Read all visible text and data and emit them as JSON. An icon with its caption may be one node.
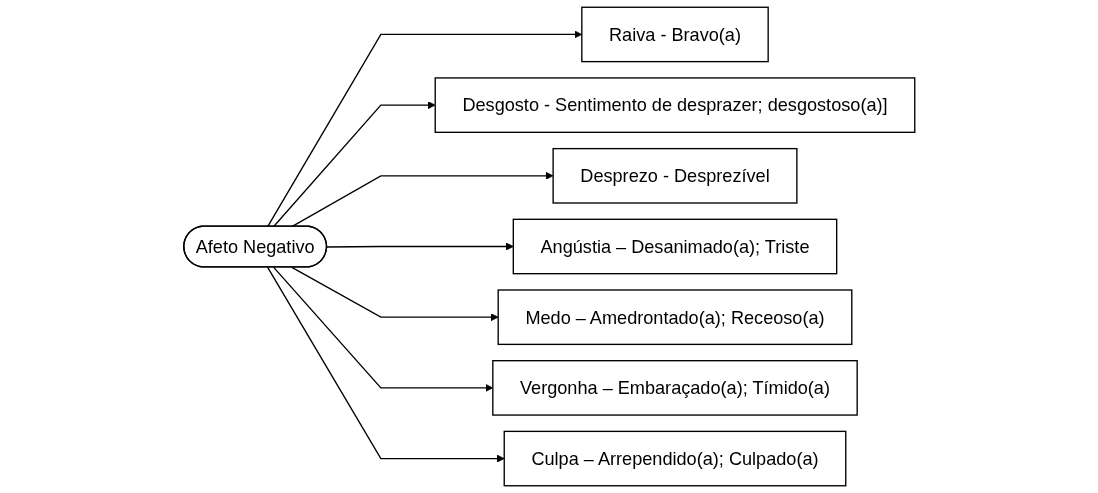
{
  "diagram": {
    "nodes": [
      {
        "text": [
          "Afeto Negativo"
        ]
      },
      {
        "text": [
          "Raiva - Bravo(a)"
        ]
      },
      {
        "text": [
          "Desgosto - Sentimento de desprazer; desgostoso(a)]"
        ]
      },
      {
        "text": [
          "Desprezo - Desprezível"
        ]
      },
      {
        "text": [
          "Angústia – Desanimado(a); Triste"
        ]
      },
      {
        "text": [
          "Medo – Amedrontado(a); Receoso(a)"
        ]
      },
      {
        "text": [
          "Vergonha – Embaraçado(a); Tímido(a)"
        ]
      },
      {
        "text": [
          "Culpa – Arrependido(a); Culpado(a)"
        ]
      }
    ],
    "edges": [
      {
        "from": 0,
        "to": 1,
        "arrow": "to"
      },
      {
        "from": 0,
        "to": 2,
        "arrow": "to"
      },
      {
        "from": 0,
        "to": 3,
        "arrow": "to"
      },
      {
        "from": 0,
        "to": 4,
        "arrow": "to"
      },
      {
        "from": 0,
        "to": 5,
        "arrow": "to"
      },
      {
        "from": 0,
        "to": 6,
        "arrow": "to"
      },
      {
        "from": 0,
        "to": 7,
        "arrow": "to"
      }
    ]
  }
}
